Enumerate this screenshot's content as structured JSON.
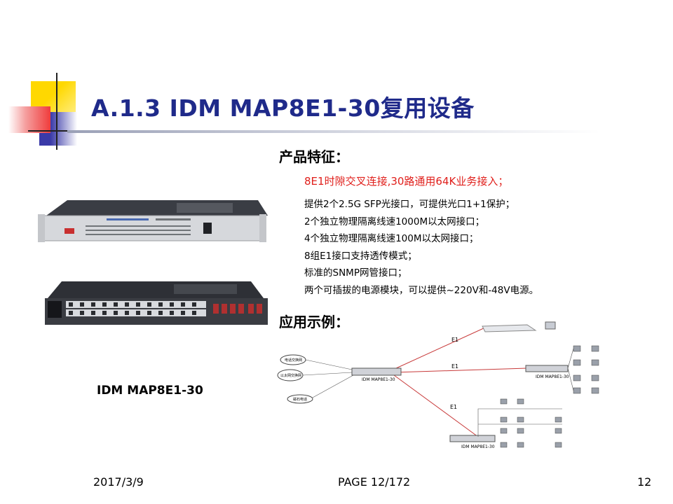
{
  "slide": {
    "title": "A.1.3 IDM MAP8E1-30复用设备",
    "features_heading": "产品特征：",
    "feature_highlight": "8E1时隙交叉连接,30路通用64K业务接入；",
    "features": [
      "提供2个2.5G SFP光接口，可提供光口1+1保护；",
      "2个独立物理隔离线速1000M以太网接口；",
      "4个独立物理隔离线速100M以太网接口；",
      "8组E1接口支持透传模式；",
      "标准的SNMP网管接口；",
      "两个可插拔的电源模块，可以提供~220V和-48V电源。"
    ],
    "application_heading": "应用示例：",
    "device_caption": "IDM MAP8E1-30"
  },
  "diagram": {
    "link_labels": [
      "E1",
      "E1",
      "E1"
    ],
    "center_device": "IDM MAP8E1-30",
    "right_device": "IDM MAP8E1-30",
    "bottom_device": "IDM MAP8E1-30",
    "left_nodes": [
      "电话交换网",
      "以太网交换网",
      "磁石电话"
    ]
  },
  "footer": {
    "date": "2017/3/9",
    "page": "PAGE 12/172",
    "number": "12"
  },
  "colors": {
    "title": "#1f2a8a",
    "highlight": "#e0201c",
    "deco_yellow": "#ffd800",
    "deco_blue": "#3a3aa8",
    "deco_red": "#f03c3c"
  }
}
